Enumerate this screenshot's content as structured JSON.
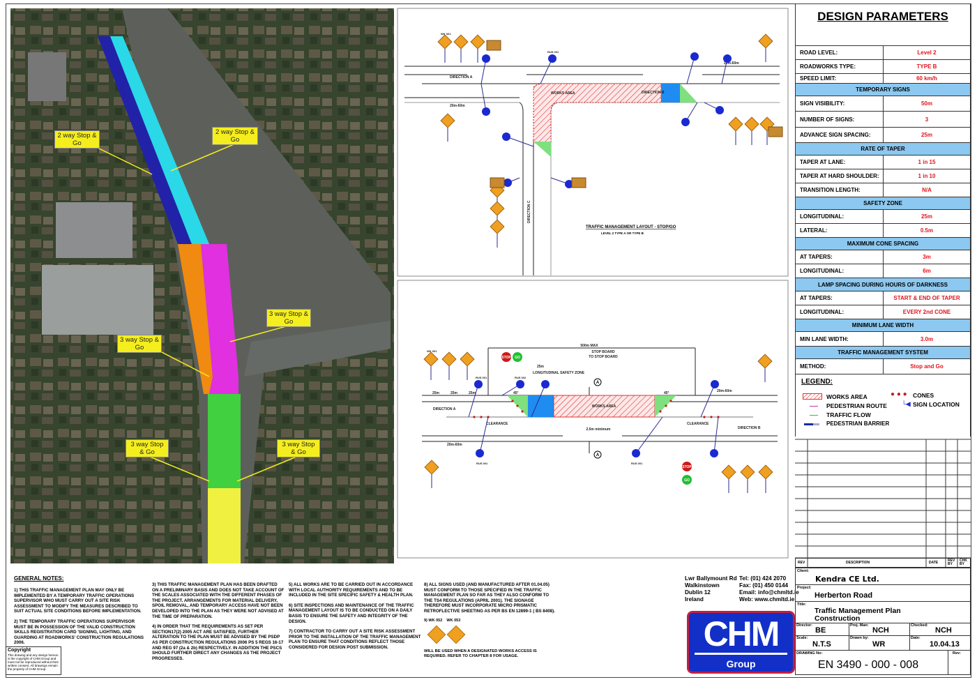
{
  "aerial": {
    "callouts": [
      "2 way Stop & Go",
      "2 way Stop & Go",
      "3 way Stop & Go",
      "3 way Stop & Go",
      "3 way Stop & Go",
      "3 way Stop & Go"
    ]
  },
  "top_diagram": {
    "title": "TRAFFIC MANAGEMENT LAYOUT - STOP/GO",
    "subtitle": "LEVEL 2 TYPE A OR TYPE B",
    "works_area": "WORKS AREA",
    "direction_a": "DIRECTION A",
    "direction_b": "DIRECTION B",
    "direction_c": "DIRECTION C",
    "dist_a": "20m-60m",
    "dist_b": "20m-60m",
    "sign_wk": "WK 001",
    "sign_rus": "RUS 001"
  },
  "bottom_diagram": {
    "max_label": "500m MAX",
    "stop_board": "STOP BOARD",
    "to_stop_board": "TO STOP BOARD",
    "safety_zone": "LONGITUDINAL SAFETY ZONE",
    "safety_len": "25m",
    "works_area": "WORKS AREA",
    "direction_a": "DIRECTION A",
    "direction_b": "DIRECTION B",
    "min_width": "2.5m minimum",
    "clearance": "CLEARANCE",
    "section": "A",
    "dist": "20m-60m",
    "spacing": "25m",
    "sign_wk": "WK 001",
    "sign_rus": "RUS 001",
    "rus_002": "RUS 002",
    "stop": "STOP",
    "go": "GO",
    "angle": "45°"
  },
  "design_parameters": {
    "title": "DESIGN PARAMETERS",
    "rows": [
      {
        "k": "ROAD LEVEL:",
        "v": "Level 2",
        "h": 20
      },
      {
        "k": "ROADWORKS TYPE:",
        "v": "TYPE B",
        "h": 20
      },
      {
        "k": "SPEED LIMIT:",
        "v": "60 km/h",
        "h": 14
      },
      {
        "hdr": "TEMPORARY SIGNS",
        "h": 18
      },
      {
        "k": "SIGN VISIBILITY:",
        "v": "50m",
        "h": 22
      },
      {
        "k": "NUMBER OF SIGNS:",
        "v": "3",
        "h": 23
      },
      {
        "k": "ADVANCE SIGN SPACING:",
        "v": "25m",
        "h": 22
      },
      {
        "hdr": "RATE OF TAPER",
        "h": 18
      },
      {
        "k": "TAPER AT LANE:",
        "v": "1 in 15",
        "h": 20
      },
      {
        "k": "TAPER AT HARD SHOULDER:",
        "v": "1 in 10",
        "h": 20
      },
      {
        "k": "TRANSITION LENGTH:",
        "v": "N/A",
        "h": 20
      },
      {
        "hdr": "SAFETY ZONE",
        "h": 18
      },
      {
        "k": "LONGITUDINAL:",
        "v": "25m",
        "h": 20
      },
      {
        "k": "LATERAL:",
        "v": "0.5m",
        "h": 20
      },
      {
        "hdr": "MAXIMUM CONE SPACING",
        "h": 18
      },
      {
        "k": "AT TAPERS:",
        "v": "3m",
        "h": 20
      },
      {
        "k": "LONGITUDINAL:",
        "v": "6m",
        "h": 20
      },
      {
        "hdr": "LAMP SPACING DURING HOURS OF DARKNESS",
        "h": 19
      },
      {
        "k": "AT TAPERS:",
        "v": "START & END OF TAPER",
        "h": 20
      },
      {
        "k": "LONGITUDINAL:",
        "v": "EVERY 2nd CONE",
        "h": 20
      },
      {
        "hdr": "MINIMUM LANE WIDTH",
        "h": 18
      },
      {
        "k": "MIN LANE WIDTH:",
        "v": "3.0m",
        "h": 21
      },
      {
        "hdr": "TRAFFIC MANAGEMENT SYSTEM",
        "h": 18
      },
      {
        "k": "METHOD:",
        "v": "Stop and Go",
        "h": 22
      }
    ]
  },
  "legend": {
    "title": "LEGEND:",
    "works_area": "WORKS AREA",
    "cones": "CONES",
    "pedestrian_route": "PEDESTRIAN ROUTE",
    "sign_location": "SIGN LOCATION",
    "traffic_flow": "TRAFFIC FLOW",
    "pedestrian_barrier": "PEDESTRIAN BARRIER"
  },
  "revisions": {
    "headers": [
      "REV",
      "DESCRIPTION",
      "DATE",
      "REV BY",
      "CHK BY"
    ]
  },
  "general_notes": {
    "title": "GENERAL NOTES:",
    "columns": [
      [
        "1) THIS TRAFFIC MANAGEMENT PLAN MAY ONLY BE IMPLEMENTED BY A TEMPORARY TRAFFIC OPERATIONS SUPERVISOR WHO MUST CARRY OUT A SITE RISK ASSESSMENT TO MODIFY THE MEASURES DESCRIBED TO SUIT ACTUAL SITE CONDITIONS BEFORE IMPLEMENTATION.",
        "2) THE TEMPORARY TRAFFIC OPERATIONS SUPERVISOR MUST BE IN POSSESSION OF THE VALID CONSTRUCTION SKILLS REGISTRATION CARD 'SIGNING, LIGHTING, AND GUARDING AT ROADWORKS' CONSTRUCTION REGULATIONS 2006."
      ],
      [
        "3) THIS TRAFFIC MANAGEMENT PLAN HAS BEEN DRAFTED ON A PRELIMINARY BASIS AND DOES NOT TAKE ACCOUNT OF THE SCALES ASSOCIATED WITH THE DIFFERENT PHASES OF THE PROJECT. ARRANGEMENTS FOR MATERIAL DELIVERY, SPOIL REMOVAL, AND TEMPORARY ACCESS HAVE NOT BEEN DEVELOPED INTO THE PLAN AS THEY WERE NOT ADVISED AT THE TIME OF PREPARATION.",
        "4) IN ORDER THAT THE REQUIREMENTS AS SET PER SECTION17(2) 2005 ACT ARE SATISFIED, FURTHER ALTERATION TO THE PLAN MUST BE ADVISED BY THE PSDP AS PER CONSTRUCTION REGULATIONS 2006 PS 5 REGS 16-17 AND REG 97 (2a & 2b) RESPECTIVELY. IN ADDITION THE PSCS SHOULD FURTHER DIRECT ANY CHANGES AS THE PROJECT PROGRESSES."
      ],
      [
        "5) ALL WORKS ARE TO BE CARRIED OUT IN ACCORDANCE WITH LOCAL AUTHORITY REQUIREMENTS AND TO BE INCLUDED IN THE SITE SPECIFIC SAFETY & HEALTH PLAN.",
        "6) SITE INSPECTIONS AND MAINTENANCE OF THE TRAFFIC MANAGEMENT LAYOUT IS TO BE CONDUCTED ON A DAILY BASIS TO ENSURE THE SAFETY AND INTEGRITY OF THE DESIGN.",
        "7) CONTRACTOR TO CARRY OUT A SITE RISK ASSESSMENT PRIOR TO THE INSTALLATION OF THE TRAFFIC MANAGEMENT PLAN TO ENSURE THAT CONDITIONS REFLECT THOSE CONSIDERED FOR DESIGN POST SUBMISSION."
      ],
      [
        "8) ALL SIGNS USED (AND MANUFACTURED AFTER 01.04.05) MUST CONFORM TO THOSE SPECIFIED IN THE TRAFFIC MANAGEMENT PLAN SO FAR AS THEY ALSO CONFORM TO THE TS4 REGULATIONS (APRIL 2001). THE SIGNAGE THEREFORE MUST INCORPORATE MICRO PRISMATIC RETROFLECTIVE SHEETING AS PER BS EN 12899-1 ( BS 8408)."
      ]
    ],
    "note9_label": "9) WK 052",
    "note9_label2": "WK 053",
    "note9_text": "WILL BE USED WHEN A DESIGNATED WORKS ACCESS IS REQUIRED. REFER TO CHAPTER 8 FOR USAGE."
  },
  "copyright": {
    "title": "Copyright",
    "text": "This drawing and any design hereon is the copyright of CHM Group and must not be reproduced without their written consent. All drawings remain the property of CHM Group."
  },
  "company": {
    "address": [
      "Lwr Ballymount Rd",
      "Walkinstown",
      "Dublin 12",
      "Ireland"
    ],
    "contact": [
      "Tel: (01) 424 2070",
      "Fax: (01) 450 0144",
      "Email: info@chmltd.ie",
      "Web: www.chmltd.ie"
    ],
    "logo_text": "CHM",
    "logo_sub": "Group"
  },
  "title_block": {
    "client_label": "Client:",
    "client": "Kendra CE Ltd.",
    "project_label": "Project:",
    "project": "Herberton Road",
    "title_label": "Title:",
    "title_line1": "Traffic Management Plan",
    "title_line2": "Construction",
    "director_label": "Director:",
    "director": "BE",
    "proj_man_label": "Proj. Man:",
    "proj_man": "NCH",
    "checked_label": "Checked:",
    "checked": "NCH",
    "scale_label": "Scale:",
    "scale": "N.T.S",
    "drawn_label": "Drawn by:",
    "drawn": "WR",
    "date_label": "Date:",
    "date": "10.04.13",
    "drawing_no_label": "DRAWING No:",
    "drawing_no": "EN 3490 - 000 - 008",
    "rev_label": "Rev:"
  },
  "colors": {
    "works": "#e03030",
    "blue_zone": "#1e8cf0",
    "green_zone": "#7ee07e",
    "sign_orange": "#f0a020",
    "sign_blue": "#1a2ad0",
    "header_blue": "#8cc8f0",
    "value_red": "#e0141e"
  }
}
